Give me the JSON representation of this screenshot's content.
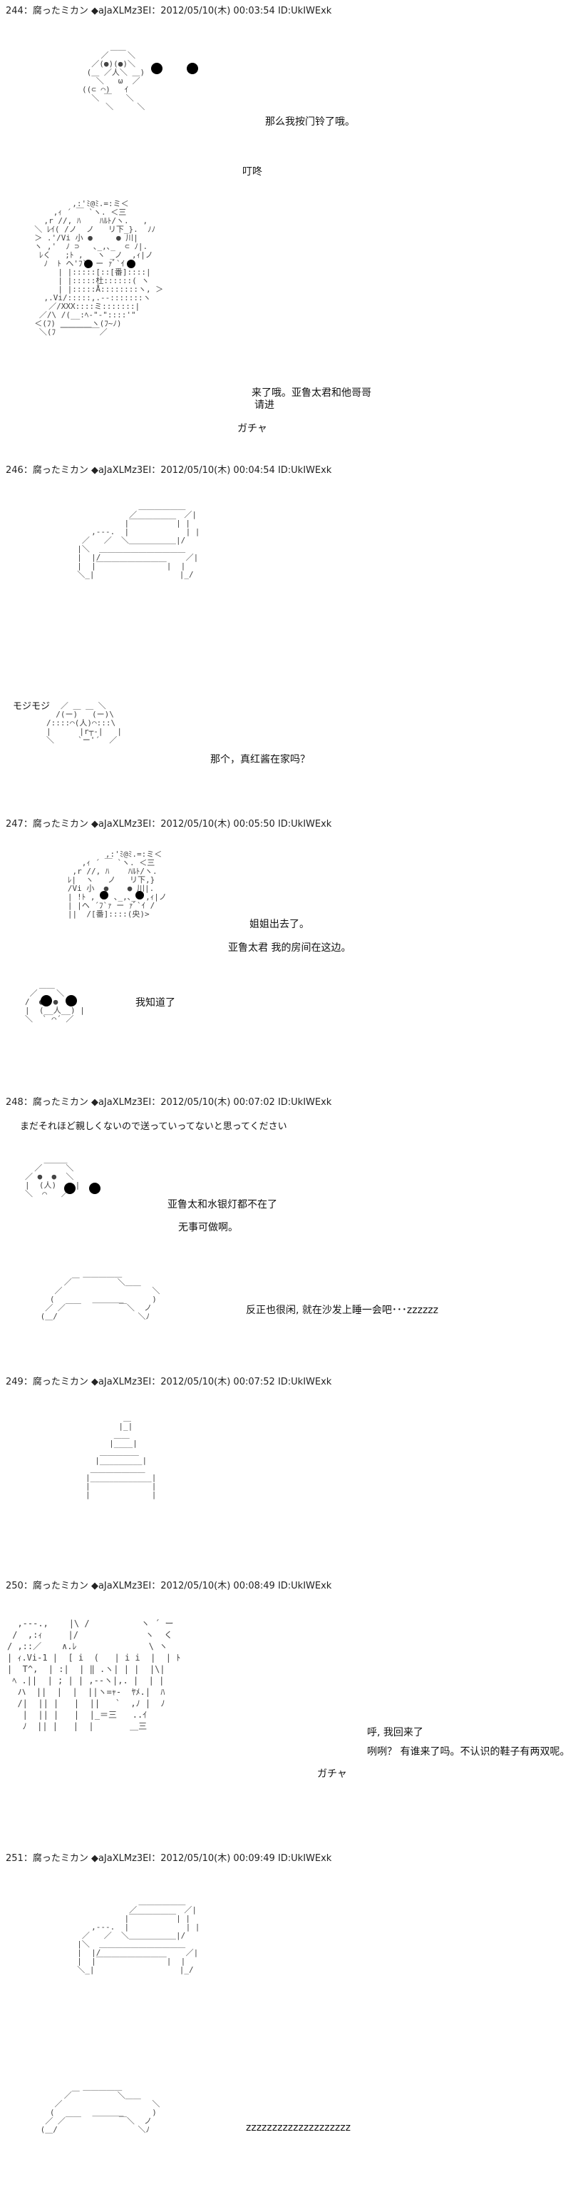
{
  "posts": [
    {
      "header": "244：腐ったミカン ◆aJaXLMz3EI：2012/05/10(木) 00:03:54 ID:UkIWExk",
      "lines": [
        "那么我按门铃了哦。",
        "叮咚",
        "来了哦。亚鲁太君和他哥哥",
        "请进",
        "ガチャ"
      ]
    },
    {
      "header": "246：腐ったミカン ◆aJaXLMz3EI：2012/05/10(木) 00:04:54 ID:UkIWExk",
      "lines": [
        "モジモジ",
        "那个，真红酱在家吗？"
      ]
    },
    {
      "header": "247：腐ったミカン ◆aJaXLMz3EI：2012/05/10(木) 00:05:50 ID:UkIWExk",
      "lines": [
        "姐姐出去了。",
        "亚鲁太君 我的房间在这边。",
        "我知道了"
      ]
    },
    {
      "header": "248：腐ったミカン ◆aJaXLMz3EI：2012/05/10(木) 00:07:02 ID:UkIWExk",
      "lines": [
        "まだそれほど親しくないので送っていってないと思ってください",
        "亚鲁太和水银灯都不在了",
        "无事可做啊。",
        "反正也很闲, 就在沙发上睡一会吧･･･zzzzzz"
      ]
    },
    {
      "header": "249：腐ったミカン ◆aJaXLMz3EI：2012/05/10(木) 00:07:52 ID:UkIWExk",
      "lines": []
    },
    {
      "header": "250：腐ったミカン ◆aJaXLMz3EI：2012/05/10(木) 00:08:49 ID:UkIWExk",
      "lines": [
        "呼, 我回来了",
        "咧咧？ 有谁来了吗。不认识的鞋子有两双呢。",
        "ガチャ"
      ]
    },
    {
      "header": "251：腐ったミカン ◆aJaXLMz3EI：2012/05/10(木) 00:09:49 ID:UkIWExk",
      "lines": [
        "zzzzzzzzzzzzzzzzzzzz"
      ]
    }
  ],
  "art": {
    "a1": "      ＿＿\n    ／    ＼\n  ／(●)(●)＼\n (＿ ／人＼ ＿)\n   ＼   ω  ／\n((⊂ ⌒)   ｲ\n  ＼ ￣   ＼\n     ＼     ＼",
    "a2": "          ,:'ﾐ@ﾐ.=:ミ＜\n      ,ｨ ´ ￣ `ヽ. ＜三\n    ,r //, ﾊ    ﾊﾙﾄ/ヽ.   ,\n  ＼ ﾚｲ( /ノ  ノ   リ下_}.  ﾉﾉ\n  ＞ .'/Vi 小 ●     ● 川|\n  ヽ ,'  ﾉ ⊃   ､_,､_  ⊂ ﾉ|.\n   ﾚく   ;ﾄ ,   ヽ _ノ  ,ｨ|ノ\n    ﾉ  ﾄ ヘ'ﾌ`ｧ ー ｧﾞ`ｲ /\n       | |:::::[::[番]::::|\n       | |:::::杜::::::( ヽ\n       | |:::::Å::::::::ヽ, ＞\n    ,.Vi/:::::,.-‐:::::::ヽ\n     ／/XXX::::ミ:::::::|\n   ／/\\ /(__:ﾍ‐\"‐\"::::'\"\n  ＜(ﾌ) ＿＿＿＿ヽ(ﾌ~ﾉ)\n   ＼(ﾌ ￣￣￣￣￣／",
    "a3": "               ＿＿＿＿＿＿\n             ／          ／|\n            |￣￣￣￣￣￣| |\n     ,-‐-.  |            | |\n   ／   ／  ＼＿＿＿＿＿＿|/\n  |＼  ＿＿＿＿＿＿＿＿＿＿＿ \n  |  |/                  ／|\n  |  |￣￣￣￣￣￣￣￣￣|  |\n  ＼_|                  |_/",
    "a4": "   ／ ＿ ＿ ＼\n  /(ー)   (ー)\\\n/::::⌒(人)⌒:::\\\n|      |r┬-|   |\n＼     `ー'´  ／",
    "a5": "           ,:'ﾐ@ﾐ.=:ミ＜\n      ,ｨ ´ ￣ `ヽ. ＜三\n    ,r //, ﾊ    ﾊﾙﾄ/ヽ.\n   ﾚ|  ヽ   ノ   リ下,}\n   /Vi 小  ●    ● 川|.\n   | !ﾄ ,    ､_,､_  ,ｨ|ノ\n   | |ヘ ´ﾌ`ｧ ー ｧﾞ`ｲ /\n   ||  /[番]::::(央)>",
    "a6": "   ＿＿\n ／    ＼\n/  ●  ●  \\\n|  (__人__) |\n＼  ` ⌒´ ／",
    "a7": "    ＿＿＿\n  ／     ＼\n／ ●  ●  ＼\n|  (人)    |\n＼  ⌒   ／",
    "a8": "          ＿＿＿＿＿\n      ／￣        ＼＿＿\n    ／                   ＼\n   (        ＿＿＿＿      )\n  ／ ／￣￣        ￣＼  ノ\n (＿/                 ＼ﾉ",
    "a9": "        ＿\n       |_|\n      ＿＿\n     |____|\n   ＿＿＿＿＿\n  |_________|\n ＿＿＿＿＿＿＿\n|_____________|\n|             |\n|             |",
    "a10": "  ,-‐-.,    |\\ /          ヽ ´ ー\n /  ,:ｨ     |/             ヽ  く\n/ ,::／    ∧.ﾚ              \\ ヽ\n| ｨ.Vi‐1 |  [ i  (   | i i  |  | ﾄ\n|  T^,  | :|  | ‖ .ヽ| | |  |\\|\n ﾍ .||  | ; | | ,-‐ヽ|,. |  | |\n  ハ  ||  |  |  ||ヽ=ｬ-  ﾔﾒ.|  ﾊ\n  /|  || |   |  ||   `  ,ﾉ |  ﾉ\n   |  || |   |  |_＝三   ..ｲ\n   ﾉ  || |   |  |       ＿三"
  }
}
